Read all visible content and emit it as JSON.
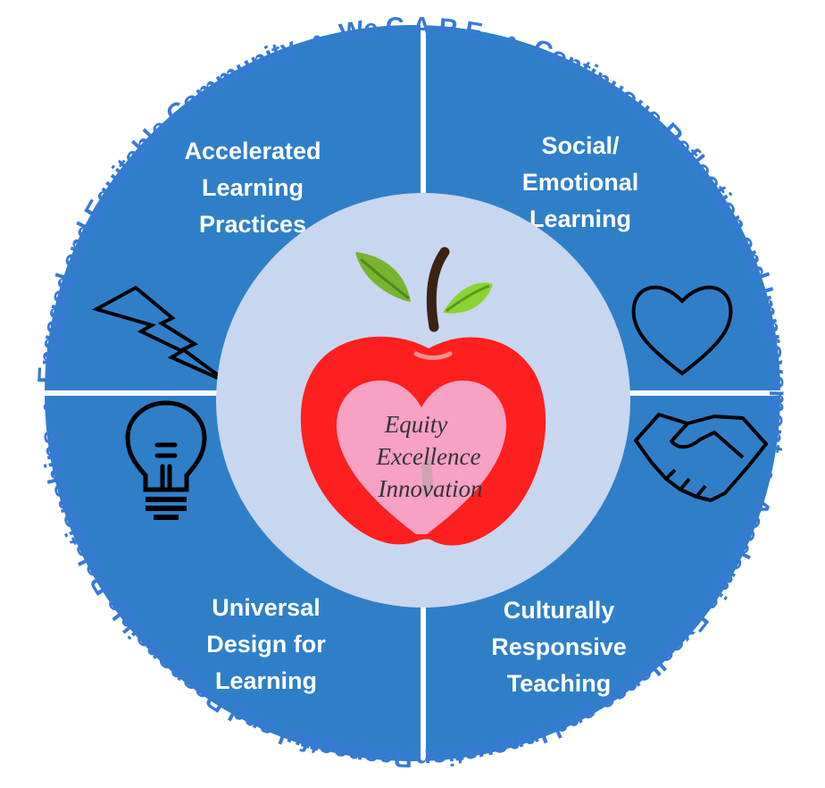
{
  "ring": {
    "top": "We C.A.R.E.",
    "continuous": "Continuous Reflection and Improvement",
    "academic": "Academic Excellence and Innovation",
    "respectful": "Respectful and Responsible Relationships",
    "engaged": "Engaged and Equitable Community",
    "separator": "•"
  },
  "quadrants": {
    "top_left": [
      "Accelerated",
      "Learning",
      "Practices"
    ],
    "top_right": [
      "Social/",
      "Emotional",
      "Learning"
    ],
    "bottom_left": [
      "Universal",
      "Design for",
      "Learning"
    ],
    "bottom_right": [
      "Culturally",
      "Responsive",
      "Teaching"
    ]
  },
  "center": [
    "Equity",
    "Excellence",
    "Innovation"
  ],
  "icons": {
    "top_left": "lightning-bolt-icon",
    "top_right": "heart-icon",
    "bottom_left": "lightbulb-icon",
    "bottom_right": "handshake-icon",
    "center": "apple-icon"
  },
  "colors": {
    "quadrant": "#2f7fc8",
    "inner_circle": "#c9d6ef",
    "apple": "#ff1f1f",
    "heart": "#f7a1c4",
    "ring_text": "#3a78d6"
  }
}
